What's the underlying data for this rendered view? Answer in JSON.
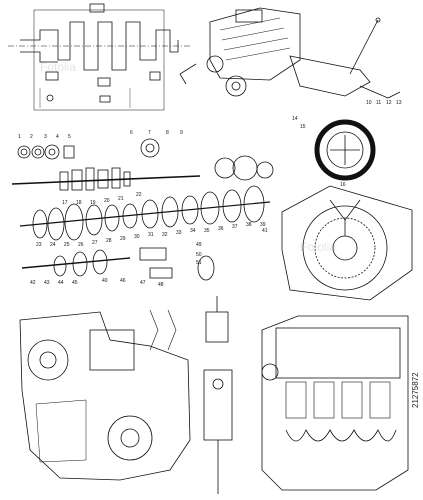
{
  "stock_id": "21275872",
  "watermark": "Fotolia",
  "colors": {
    "ink": "#111111",
    "paper": "#ffffff"
  },
  "callouts": {
    "gearbox_top": [
      "1",
      "2",
      "3",
      "4",
      "5",
      "6",
      "7",
      "8",
      "9"
    ],
    "shaft_upper": [
      "17",
      "18",
      "19",
      "20",
      "21",
      "22"
    ],
    "shaft_middle": [
      "23",
      "24",
      "25",
      "26",
      "27",
      "28",
      "29",
      "30",
      "31",
      "32",
      "33",
      "34",
      "35",
      "36",
      "37",
      "38",
      "39"
    ],
    "shaft_lower": [
      "40",
      "41",
      "42",
      "43",
      "44",
      "45",
      "46",
      "47",
      "48",
      "49",
      "50",
      "51"
    ],
    "transmission": [
      "10",
      "11",
      "12",
      "13",
      "14",
      "15",
      "16"
    ]
  }
}
